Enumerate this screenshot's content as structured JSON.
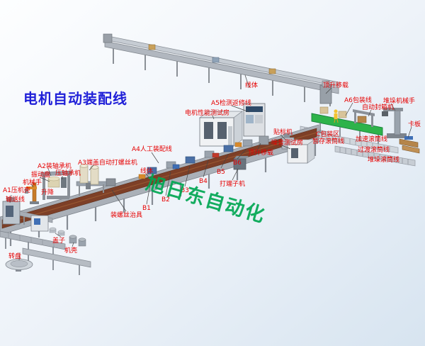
{
  "title": "电机自动装配线",
  "watermark": "旭日东自动化",
  "colors": {
    "title_blue": "#2020d8",
    "label_red": "#e60000",
    "watermark_green": "#00a651",
    "belt_brown": "#7d3f27",
    "packaging_green": "#2db34a"
  },
  "labels": {
    "a5_line": "A5检测返修线",
    "motor_test_room": "电机性能测试房",
    "body_top": "线体",
    "lift_top_right": "顶升移载",
    "a6_line": "A6包装线",
    "auto_sealer": "自动封箱机",
    "stacker_robot": "堆垛机械手",
    "pallet": "卡板",
    "pack_area": "C包装区",
    "buffer_roller": "暂存滚筒线",
    "speed_roller": "加速滚筒线",
    "transition_roller": "过渡滚筒线",
    "stack_roller": "堆垛滚筒线",
    "labeling_machine": "贴标机",
    "noise_test_room": "噪音测试房",
    "lift_mid": "顶升移载",
    "b6": "B6",
    "b5": "B5",
    "b4": "B4",
    "b3": "B3",
    "b2": "B2",
    "b1": "B1",
    "terminal_machine": "打端子机",
    "a4_line": "A4人工装配线",
    "body_mid": "线体",
    "a3_machine": "A3端盖自动打螺丝机",
    "a2_machine": "A2装轴承机",
    "press_bearing": "压轴承机",
    "vibration_plate": "振动盘",
    "robot_arm": "机械手",
    "lift_left": "升降",
    "a1_machine": "A1压机壳",
    "a1_conveyor": "输送线",
    "screw_fixture": "装螺丝治具",
    "cover": "盖子",
    "housing": "机壳",
    "turntable": "转盘"
  }
}
